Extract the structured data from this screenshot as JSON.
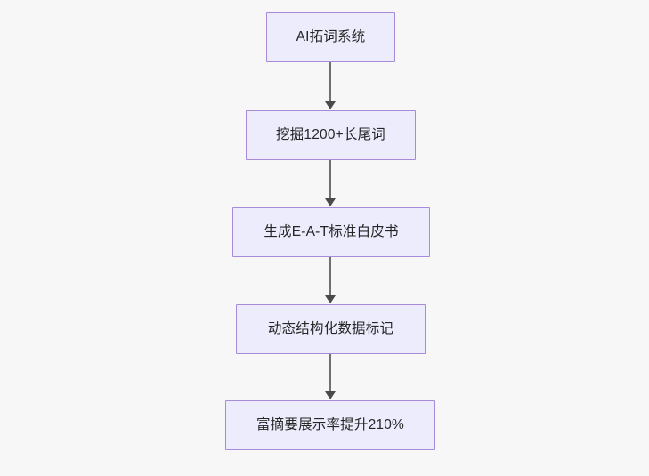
{
  "diagram": {
    "type": "flowchart",
    "orientation": "top-to-bottom",
    "background_color": "#f7f7f8",
    "node_fill_color": "#ececfd",
    "node_border_color": "#a78bd9",
    "edge_color": "#707070",
    "arrowhead_color": "#4a4a4a",
    "text_color": "#262626",
    "nodes": [
      {
        "id": "n1",
        "label": "AI拓词系统"
      },
      {
        "id": "n2",
        "label": "挖掘1200+长尾词"
      },
      {
        "id": "n3",
        "label": "生成E-A-T标准白皮书"
      },
      {
        "id": "n4",
        "label": "动态结构化数据标记"
      },
      {
        "id": "n5",
        "label": "富摘要展示率提升210%"
      }
    ],
    "edges": [
      {
        "from": "n1",
        "to": "n2",
        "label": ""
      },
      {
        "from": "n2",
        "to": "n3",
        "label": ""
      },
      {
        "from": "n3",
        "to": "n4",
        "label": ""
      },
      {
        "from": "n4",
        "to": "n5",
        "label": ""
      }
    ]
  }
}
